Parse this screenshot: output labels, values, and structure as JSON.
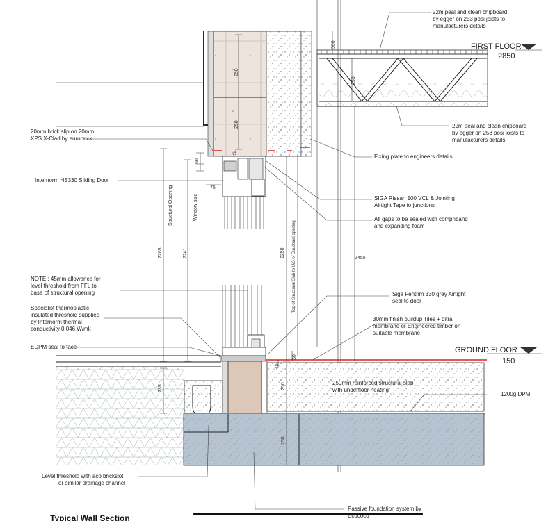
{
  "notes": {
    "chipboard_top": [
      "22m peal and clean chipboard",
      "by egger on 253 posi joists to",
      "manufacturers details"
    ],
    "chipboard_bottom": [
      "22m peal and clean chipboard",
      "by egger on 253 posi joists to",
      "manufacturers details"
    ],
    "brick_slip": [
      "20mm brick slip on 20mm",
      "XPS X-Clad by eurobrick"
    ],
    "fixing_plate": "Fixing plate to engineers details",
    "sliding_door": "Internorm HS330 Sliding Door",
    "siga_rissan": [
      "SIGA Rissan 100 VCL & Jointing",
      "Airtight Tape to junctions"
    ],
    "gaps": [
      "All gaps to be sealed with compriband",
      "and expanding foam"
    ],
    "allowance": [
      "NOTE : 45mm allowance for",
      "level threshold from FFL to",
      "base of structural opening"
    ],
    "siga_fentrim": [
      "Siga Fentrim 330 grey Airtight",
      "seal to door"
    ],
    "threshold": [
      "Specialist thermoplastic",
      "insulated threshold supplied",
      "by Internorm thermal",
      "conductivity 0.046 W/mk"
    ],
    "finish": [
      "30mm finish buildup Tiles + ditra",
      "membrane or Engineered timber on",
      "suitable membrane"
    ],
    "edpm": "EDPM seal to face",
    "slab": [
      "250mm reinforced structural slab",
      "with underfloor heating"
    ],
    "dpm": "1200g DPM",
    "drainage": [
      "Level threshold with aco brickslot",
      "or similar drainage channel"
    ],
    "foundation": [
      "Passive foundation system by",
      "Ecococo"
    ]
  },
  "levels": {
    "first_floor": {
      "name": "FIRST FLOOR",
      "value": "2850"
    },
    "ground_floor": {
      "name": "GROUND FLOOR",
      "value": "150"
    }
  },
  "dimensions": {
    "d500": "500",
    "d250a": "250",
    "d250b": "250",
    "d253": "253",
    "d24": "24",
    "d50": "50",
    "d75": "75",
    "structural_opening": "Structural Opening",
    "window_size": "Window size",
    "d2265": "2265",
    "d2241": "2241",
    "d2250": "2250",
    "top_structural_slab": "Top of Structural Slab to U/S of Structural opening",
    "d2455": "2455",
    "d45": "45",
    "d30": "30",
    "d235": "235",
    "d250c": "250",
    "d250d": "250"
  },
  "title": "Typical Wall Section",
  "colors": {
    "red_tape": "#e02020",
    "foundation_blue": "#b6c4d2",
    "blockwork": "#e8d8d0",
    "brick_core": "#dcc7b8"
  }
}
